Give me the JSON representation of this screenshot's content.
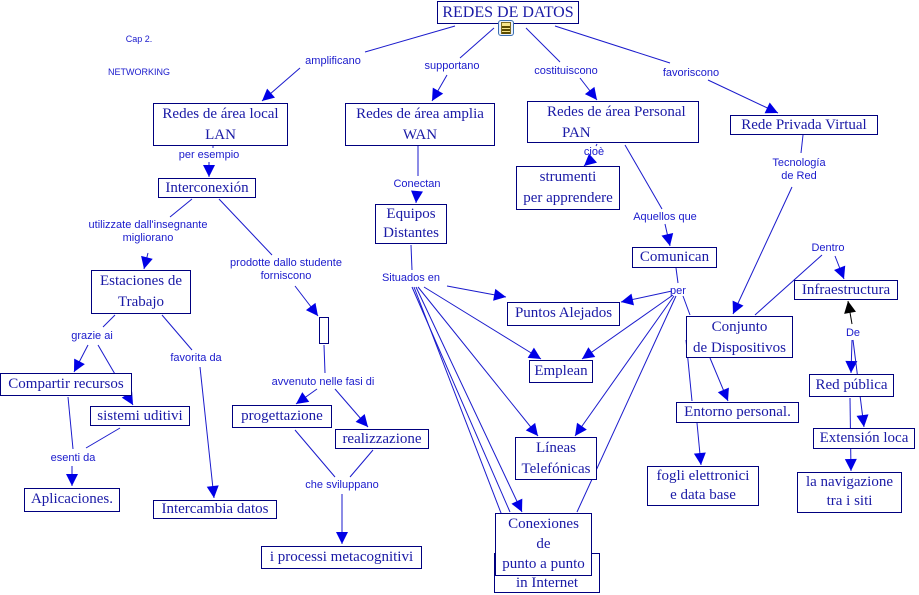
{
  "header_note": {
    "line1": "Cap 2.",
    "line2": "NETWORKING"
  },
  "colors": {
    "node_border": "#00007f",
    "text": "#1a1aa6",
    "link": "#1a1acc",
    "arrow": "#0000e6",
    "black_arrow": "#000000"
  },
  "nodes": {
    "root": "REDES DE DATOS",
    "lan": "Redes de área local\nLAN",
    "wan": "Redes de área amplia\nWAN",
    "pan": "    Redes de área Personal\n        PAN",
    "vpn": "Rede Privada Virtual",
    "interconexion": "Interconexión",
    "strumenti": "strumenti\nper apprendere",
    "equipos": "Equipos\nDistantes",
    "comunican": "Comunican",
    "estaciones": "Estaciones de\nTrabajo",
    "empty_node": "",
    "puntos": "Puntos Alejados",
    "conjunto": "Conjunto\nde Dispositivos",
    "infraestructura": "Infraestructura",
    "compartir": "Compartir recursos",
    "sistemi": "sistemi uditivi",
    "progettazione": "progettazione",
    "realizzazione": "realizzazione",
    "emplean": "Emplean",
    "entorno": "Entorno personal.",
    "red_publica": "Red pública",
    "extension": "Extensión loca",
    "lineas": "Líneas\nTelefónicas",
    "aplicaciones": "Aplicaciones.",
    "intercambia": "Intercambia datos",
    "fogli": "fogli elettronici\ne data base",
    "navigazione": "la navigazione\ntra i siti",
    "processi": "i processi metacognitivi",
    "conexiones": "Conexiones\nde\npunto a punto",
    "internet": "in Internet"
  },
  "links": {
    "amplificano": "amplificano",
    "supportano": "supportano",
    "costituiscono": "costituiscono",
    "favoriscono": "favoriscono",
    "per_esempio": "per esempio",
    "cioe": "cioè",
    "tecnologia": "Tecnología\nde Red",
    "conectan": "Conectan",
    "aquellos": "Aquellos que",
    "utilizzate": "utilizzate dall'insegnante\nmigliorano",
    "prodotte": "prodotte dallo studente\nforniscono",
    "situados": "Situados en",
    "per": "per",
    "dentro": "Dentro",
    "de": "De",
    "grazie": "grazie ai",
    "favorita": "favorita da",
    "avvenuto": "avvenuto nelle fasi di",
    "esenti": "esenti da",
    "che_sviluppano": "che sviluppano"
  },
  "icons": {
    "root_attachment": "document-icon"
  }
}
